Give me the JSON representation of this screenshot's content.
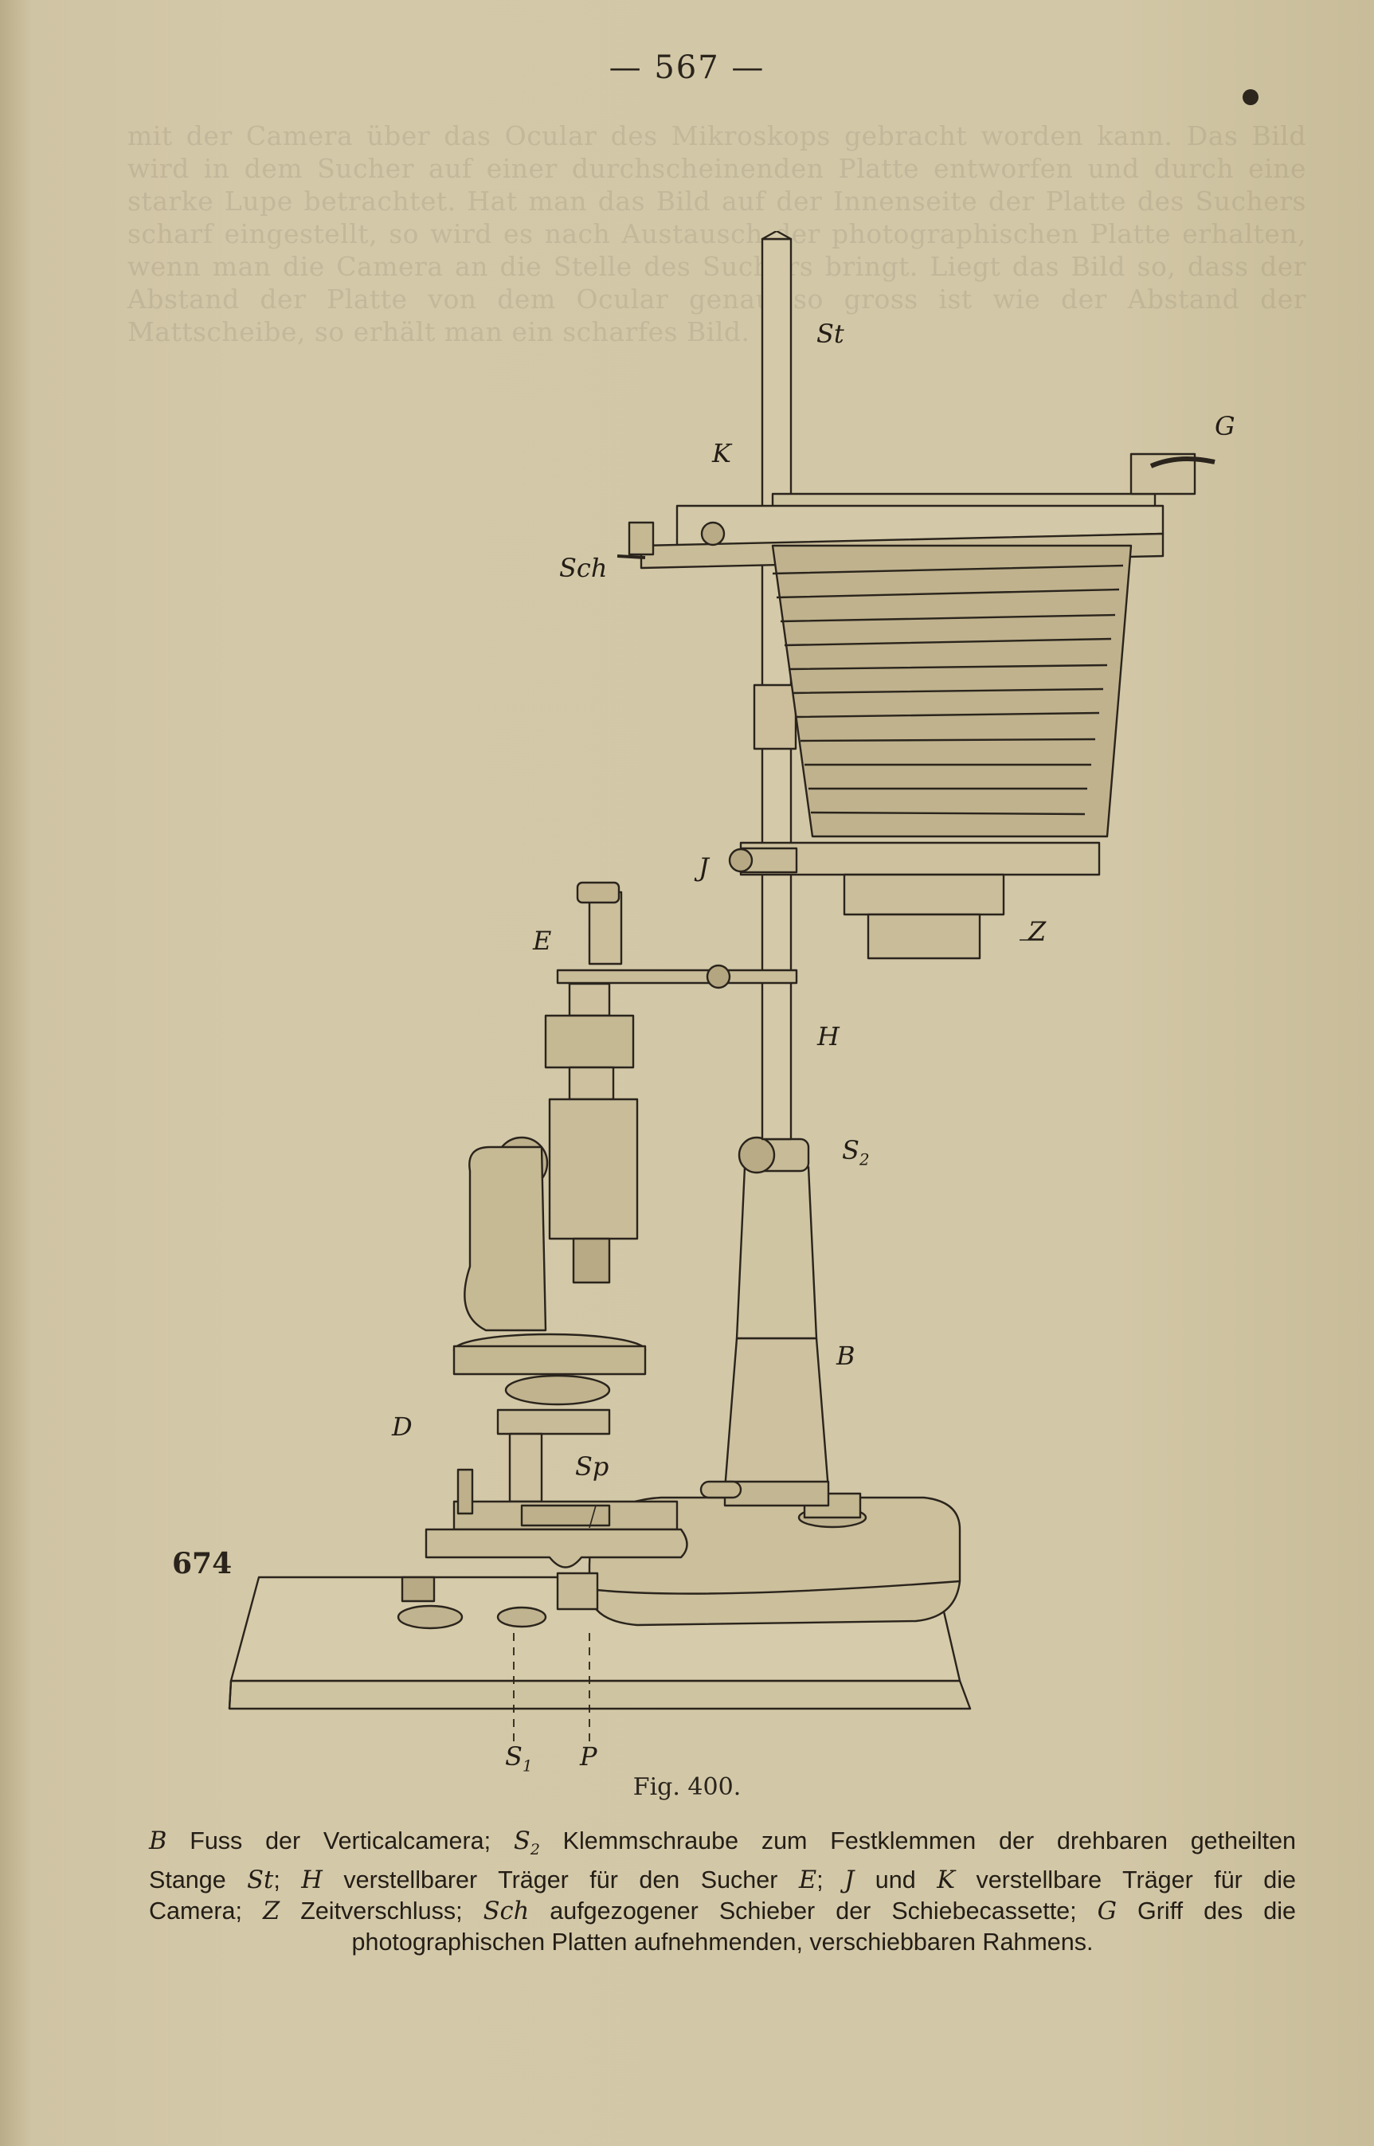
{
  "page_number": "— 567 —",
  "plate_number": "674",
  "labels": {
    "St": "St",
    "G": "G",
    "K": "K",
    "Sch": "Sch",
    "J": "J",
    "Z": "Z",
    "E": "E",
    "H": "H",
    "S2": "S",
    "S2_sub": "2",
    "B": "B",
    "D": "D",
    "Sp": "Sp",
    "S1": "S",
    "S1_sub": "1",
    "P": "P"
  },
  "figure_caption": "Fig. 400.",
  "legend": {
    "line1_a": "B",
    "line1_b": " Fuss der Verticalcamera; ",
    "line1_c": "S",
    "line1_c_sub": "2",
    "line1_d": " Klemmschraube zum Festklemmen der drehbaren getheilten",
    "line2_a": "Stange ",
    "line2_b": "St",
    "line2_c": "; ",
    "line2_d": "H",
    "line2_e": " verstellbarer Träger für den Sucher ",
    "line2_f": "E",
    "line2_g": "; ",
    "line2_h": "J",
    "line2_i": " und ",
    "line2_j": "K",
    "line2_k": " verstellbare Träger für die",
    "line3_a": "Camera; ",
    "line3_b": "Z",
    "line3_c": " Zeitverschluss; ",
    "line3_d": "Sch",
    "line3_e": " aufgezogener Schieber der Schiebecassette; ",
    "line3_f": "G",
    "line3_g": " Griff des die",
    "line4": "photographischen Platten aufnehmenden, verschiebbaren Rahmens."
  }
}
